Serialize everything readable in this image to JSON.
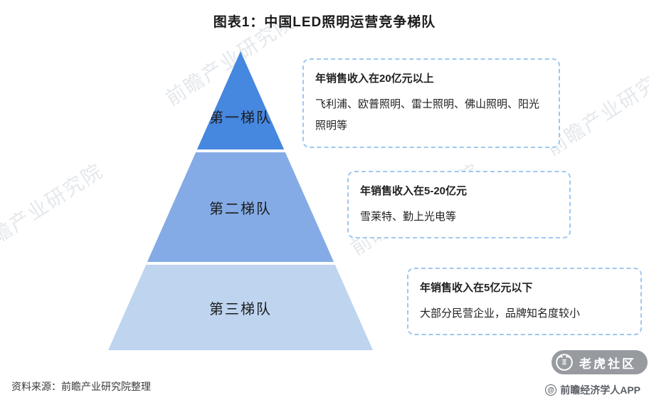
{
  "title": "图表1：中国LED照明运营竞争梯队",
  "pyramid": {
    "tiers": [
      {
        "label": "第一梯队",
        "color": "#4687e0"
      },
      {
        "label": "第二梯队",
        "color": "#84abe5"
      },
      {
        "label": "第三梯队",
        "color": "#bed4ef"
      }
    ]
  },
  "callouts": [
    {
      "heading": "年销售收入在20亿元以上",
      "body": "飞利浦、欧普照明、雷士照明、佛山照明、阳光照明等"
    },
    {
      "heading": "年销售收入在5-20亿元",
      "body": "雪莱特、勤上光电等"
    },
    {
      "heading": "年销售收入在5亿元以下",
      "body": "大部分民营企业，品牌知名度较小"
    }
  ],
  "watermark": {
    "text": "前瞻产业研究院"
  },
  "footer": {
    "source": "资料来源：前瞻产业研究院整理",
    "at_symbol": "@",
    "app": "前瞻经济学人APP"
  },
  "badge": {
    "label": "老虎社区"
  },
  "colors": {
    "tier1": "#4687e0",
    "tier2": "#84abe5",
    "tier3": "#bed4ef",
    "callout_border": "#9fc8f0"
  }
}
